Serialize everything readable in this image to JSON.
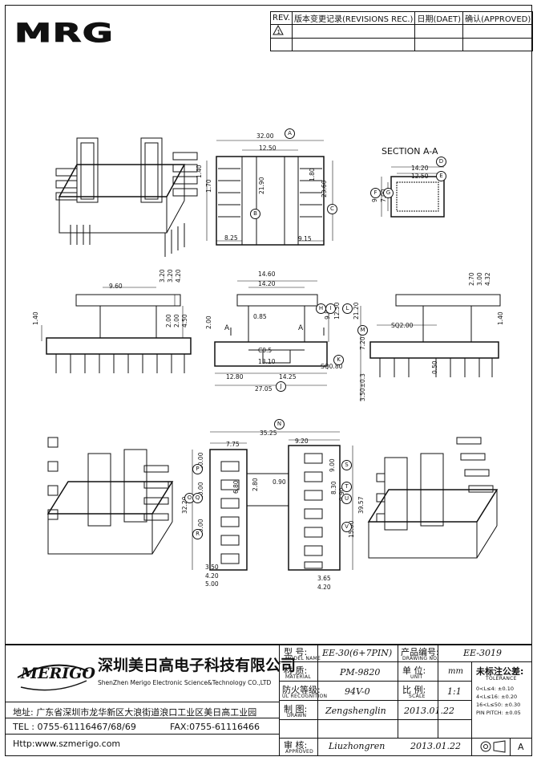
{
  "logo": {
    "text": "MRG"
  },
  "revisions": {
    "headers": [
      "REV.",
      "版本变更记录(REVISIONS REC.)",
      "日期(DAET)",
      "确认(APPROVED)"
    ],
    "rev_icon": "triangle-1-icon"
  },
  "drawing": {
    "section_title": "SECTION A-A",
    "top_view": {
      "dims": [
        "32.00",
        "12.50",
        "1.40",
        "1.70",
        "21.90",
        "1.80",
        "23.60",
        "8.25",
        "9.15"
      ],
      "markers": [
        "A",
        "B",
        "C"
      ]
    },
    "section_view": {
      "dims": [
        "14.20",
        "12.50",
        "9.80",
        "7.00"
      ],
      "markers": [
        "D",
        "E",
        "F",
        "G"
      ]
    },
    "front_view_left": {
      "dims": [
        "9.60",
        "3.20",
        "3.20",
        "4.20",
        "1.40",
        "2.00",
        "2.00",
        "4.50"
      ]
    },
    "front_view_center": {
      "dims": [
        "14.60",
        "14.20",
        "0.85",
        "9.80",
        "12.50",
        "2.00",
        "C0.5",
        "13.10",
        "SQ0.80",
        "12.80",
        "14.25",
        "27.05"
      ],
      "markers": [
        "H",
        "I",
        "J",
        "K",
        "L"
      ],
      "section_mark": "A"
    },
    "front_view_right": {
      "dims": [
        "2.70",
        "3.00",
        "4.32",
        "21.20",
        "SQ2.00",
        "1.40",
        "7.20",
        "0.50",
        "3.50±0.3"
      ],
      "markers": [
        "M"
      ]
    },
    "bottom_view": {
      "dims": [
        "35.25",
        "7.75",
        "9.20",
        "10.00",
        "10.00",
        "10.00",
        "32.20",
        "6.80",
        "2.80",
        "0.90",
        "9.00",
        "8.30",
        "9.90",
        "39.57",
        "15.00",
        "3.50",
        "4.20",
        "5.00",
        "3.65",
        "4.20"
      ],
      "markers": [
        "N",
        "O",
        "P",
        "Q",
        "R",
        "S",
        "T",
        "U",
        "V"
      ]
    }
  },
  "title_block": {
    "company_logo": "MERIGO",
    "company_cn": "深圳美日高电子科技有限公司",
    "company_en": "ShenZhen Merigo Electronic Science&Technology CO.,LTD",
    "address": "地址: 广东省深圳市龙华新区大浪街道浪口工业区美日高工业园",
    "tel": "TEL : 0755-61116467/68/69",
    "fax": "FAX:0755-61116466",
    "http": "Http:www.szmerigo.com",
    "labels": {
      "model": "型  号:",
      "model_en": "MODEL NAME",
      "material": "材  质:",
      "material_en": "MATERIAL",
      "ul": "防火等级:",
      "ul_en": "UL RECOGNITION",
      "drawn": "制  图:",
      "drawn_en": "DRAWN",
      "approved": "审  核:",
      "approved_en": "APPROVED",
      "drawing_no": "产品编号:",
      "drawing_no_en": "DRAWING NO.",
      "unit": "单  位:",
      "unit_en": "UNIT",
      "scale": "比  例:",
      "scale_en": "SCALE",
      "tolerance": "未标注公差:",
      "tolerance_en": "TOLERANCE"
    },
    "values": {
      "model": "EE-30(6+7PIN)",
      "drawing_no": "EE-3019",
      "material": "PM-9820",
      "unit": "mm",
      "ul": "94V-0",
      "scale": "1:1",
      "drawn_by": "Zengshenglin",
      "drawn_date": "2013.01.22",
      "approved_by": "Liuzhongren",
      "approved_date": "2013.01.22",
      "revision": "A"
    },
    "tolerances": [
      "0<L≤4:  ±0.10",
      "4<L≤16: ±0.20",
      "16<L≤50: ±0.30",
      "PIN PITCH: ±0.05"
    ]
  }
}
